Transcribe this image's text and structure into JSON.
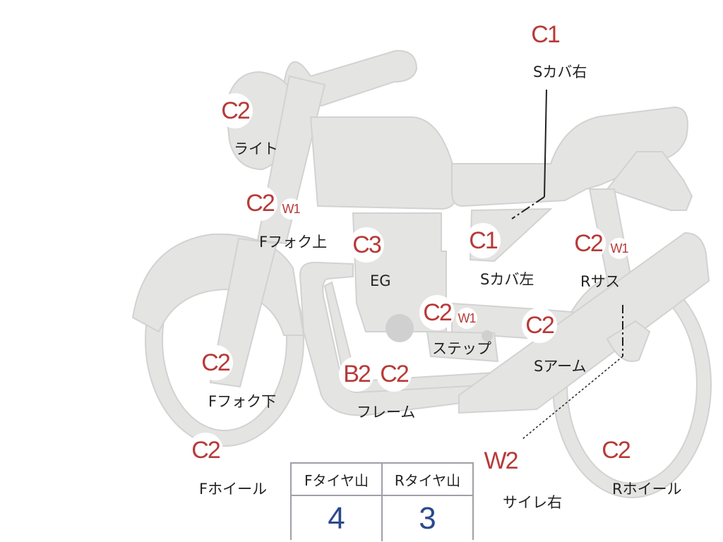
{
  "parts": [
    {
      "id": "s-cover-right",
      "label": "Sカバ右",
      "grade": "C1"
    },
    {
      "id": "light",
      "label": "ライト",
      "grade": "C2"
    },
    {
      "id": "f-fork-upper",
      "label": "Fフォク上",
      "grade": "C2",
      "sub_grade": "W1"
    },
    {
      "id": "engine",
      "label": "EG",
      "grade": "C3"
    },
    {
      "id": "s-cover-left",
      "label": "Sカバ左",
      "grade": "C1"
    },
    {
      "id": "r-suspension",
      "label": "Rサス",
      "grade": "C2",
      "sub_grade": "W1"
    },
    {
      "id": "step",
      "label": "ステップ",
      "grade": "C2",
      "sub_grade": "W1"
    },
    {
      "id": "swing-arm",
      "label": "Sアーム",
      "grade": "C2"
    },
    {
      "id": "f-fork-lower",
      "label": "Fフォク下",
      "grade": "C2"
    },
    {
      "id": "frame",
      "label": "フレーム",
      "grades": [
        "B2",
        "C2"
      ]
    },
    {
      "id": "f-wheel",
      "label": "Fホイール",
      "grade": "C2"
    },
    {
      "id": "muffler-right",
      "label": "サイレ右",
      "grade": "W2"
    },
    {
      "id": "r-wheel",
      "label": "Rホイール",
      "grade": "C2"
    }
  ],
  "tread_table": {
    "headers": [
      "Fタイヤ山",
      "Rタイヤ山"
    ],
    "values": [
      "4",
      "3"
    ]
  },
  "colors": {
    "body_fill": "#e4e4e3",
    "body_stroke": "#cfcfcf",
    "grade_text": "#b73a38",
    "value_text": "#2b4a8c",
    "table_border": "#9da0a6"
  }
}
